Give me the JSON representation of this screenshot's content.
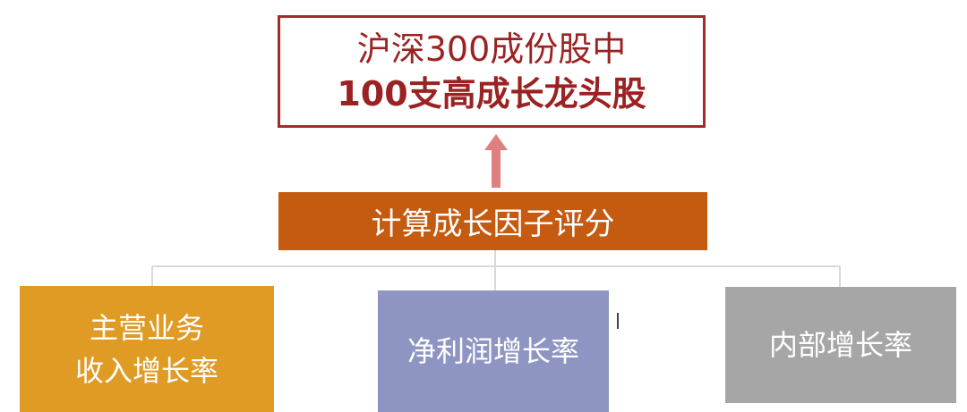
{
  "top_box": {
    "line1": "沪深300成份股中",
    "line2": "100支高成长龙头股"
  },
  "score_bar": {
    "label": "计算成长因子评分"
  },
  "factors": [
    {
      "line1": "主营业务",
      "line2": "收入增长率"
    },
    {
      "label": "净利润增长率"
    },
    {
      "label": "内部增长率"
    }
  ],
  "colors": {
    "top_border": "#a52a2a",
    "top_text": "#9b2222",
    "arrow": "#e07f7f",
    "score_bar": "#c55a11",
    "factor_revenue": "#e09b25",
    "factor_net_profit": "#8e95c2",
    "factor_internal": "#a6a6a6",
    "connector": "#d9d9d9"
  }
}
